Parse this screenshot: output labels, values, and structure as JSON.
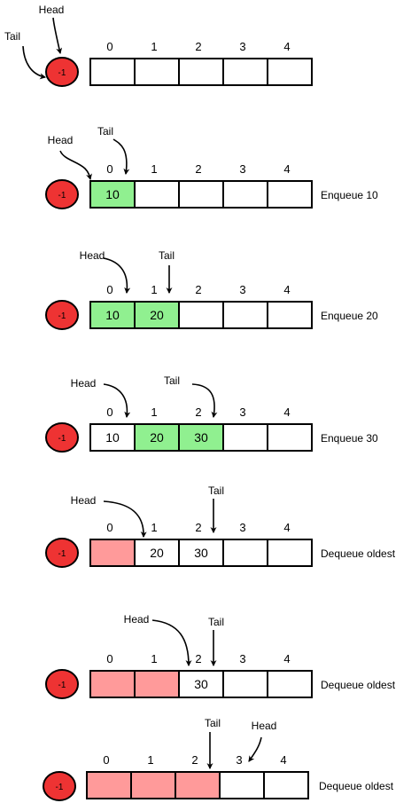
{
  "colors": {
    "enqueued": "#90F090",
    "dequeued": "#FF9A9A",
    "empty": "#FFFFFF",
    "sentinel": "#EE3333",
    "stroke": "#000000"
  },
  "diagram": {
    "sentinel_label": "-1",
    "head_label": "Head",
    "tail_label": "Tail",
    "steps": [
      {
        "caption": "",
        "indices": [
          "0",
          "1",
          "2",
          "3",
          "4"
        ],
        "cells": [
          {
            "state": "empty",
            "value": ""
          },
          {
            "state": "empty",
            "value": ""
          },
          {
            "state": "empty",
            "value": ""
          },
          {
            "state": "empty",
            "value": ""
          },
          {
            "state": "empty",
            "value": ""
          }
        ],
        "head_target": "sentinel",
        "tail_target": "sentinel"
      },
      {
        "caption": "Enqueue 10",
        "indices": [
          "0",
          "1",
          "2",
          "3",
          "4"
        ],
        "cells": [
          {
            "state": "enqueued",
            "value": "10"
          },
          {
            "state": "empty",
            "value": ""
          },
          {
            "state": "empty",
            "value": ""
          },
          {
            "state": "empty",
            "value": ""
          },
          {
            "state": "empty",
            "value": ""
          }
        ],
        "head_target": 0,
        "tail_target": 0
      },
      {
        "caption": "Enqueue 20",
        "indices": [
          "0",
          "1",
          "2",
          "3",
          "4"
        ],
        "cells": [
          {
            "state": "enqueued",
            "value": "10"
          },
          {
            "state": "enqueued",
            "value": "20"
          },
          {
            "state": "empty",
            "value": ""
          },
          {
            "state": "empty",
            "value": ""
          },
          {
            "state": "empty",
            "value": ""
          }
        ],
        "head_target": 0,
        "tail_target": 1
      },
      {
        "caption": "Enqueue 30",
        "indices": [
          "0",
          "1",
          "2",
          "3",
          "4"
        ],
        "cells": [
          {
            "state": "empty",
            "value": "10"
          },
          {
            "state": "enqueued",
            "value": "20"
          },
          {
            "state": "enqueued",
            "value": "30"
          },
          {
            "state": "empty",
            "value": ""
          },
          {
            "state": "empty",
            "value": ""
          }
        ],
        "head_target": 0,
        "tail_target": 2
      },
      {
        "caption": "Dequeue oldest",
        "indices": [
          "0",
          "1",
          "2",
          "3",
          "4"
        ],
        "cells": [
          {
            "state": "dequeued",
            "value": ""
          },
          {
            "state": "empty",
            "value": "20"
          },
          {
            "state": "empty",
            "value": "30"
          },
          {
            "state": "empty",
            "value": ""
          },
          {
            "state": "empty",
            "value": ""
          }
        ],
        "head_target": 1,
        "tail_target": 2
      },
      {
        "caption": "Dequeue oldest",
        "indices": [
          "0",
          "1",
          "2",
          "3",
          "4"
        ],
        "cells": [
          {
            "state": "dequeued",
            "value": ""
          },
          {
            "state": "dequeued",
            "value": ""
          },
          {
            "state": "empty",
            "value": "30"
          },
          {
            "state": "empty",
            "value": ""
          },
          {
            "state": "empty",
            "value": ""
          }
        ],
        "head_target": 2,
        "tail_target": 2
      },
      {
        "caption": "Dequeue oldest",
        "indices": [
          "0",
          "1",
          "2",
          "3",
          "4"
        ],
        "cells": [
          {
            "state": "dequeued",
            "value": ""
          },
          {
            "state": "dequeued",
            "value": ""
          },
          {
            "state": "dequeued",
            "value": ""
          },
          {
            "state": "empty",
            "value": ""
          },
          {
            "state": "empty",
            "value": ""
          }
        ],
        "head_target": 3,
        "tail_target": 2
      }
    ]
  }
}
